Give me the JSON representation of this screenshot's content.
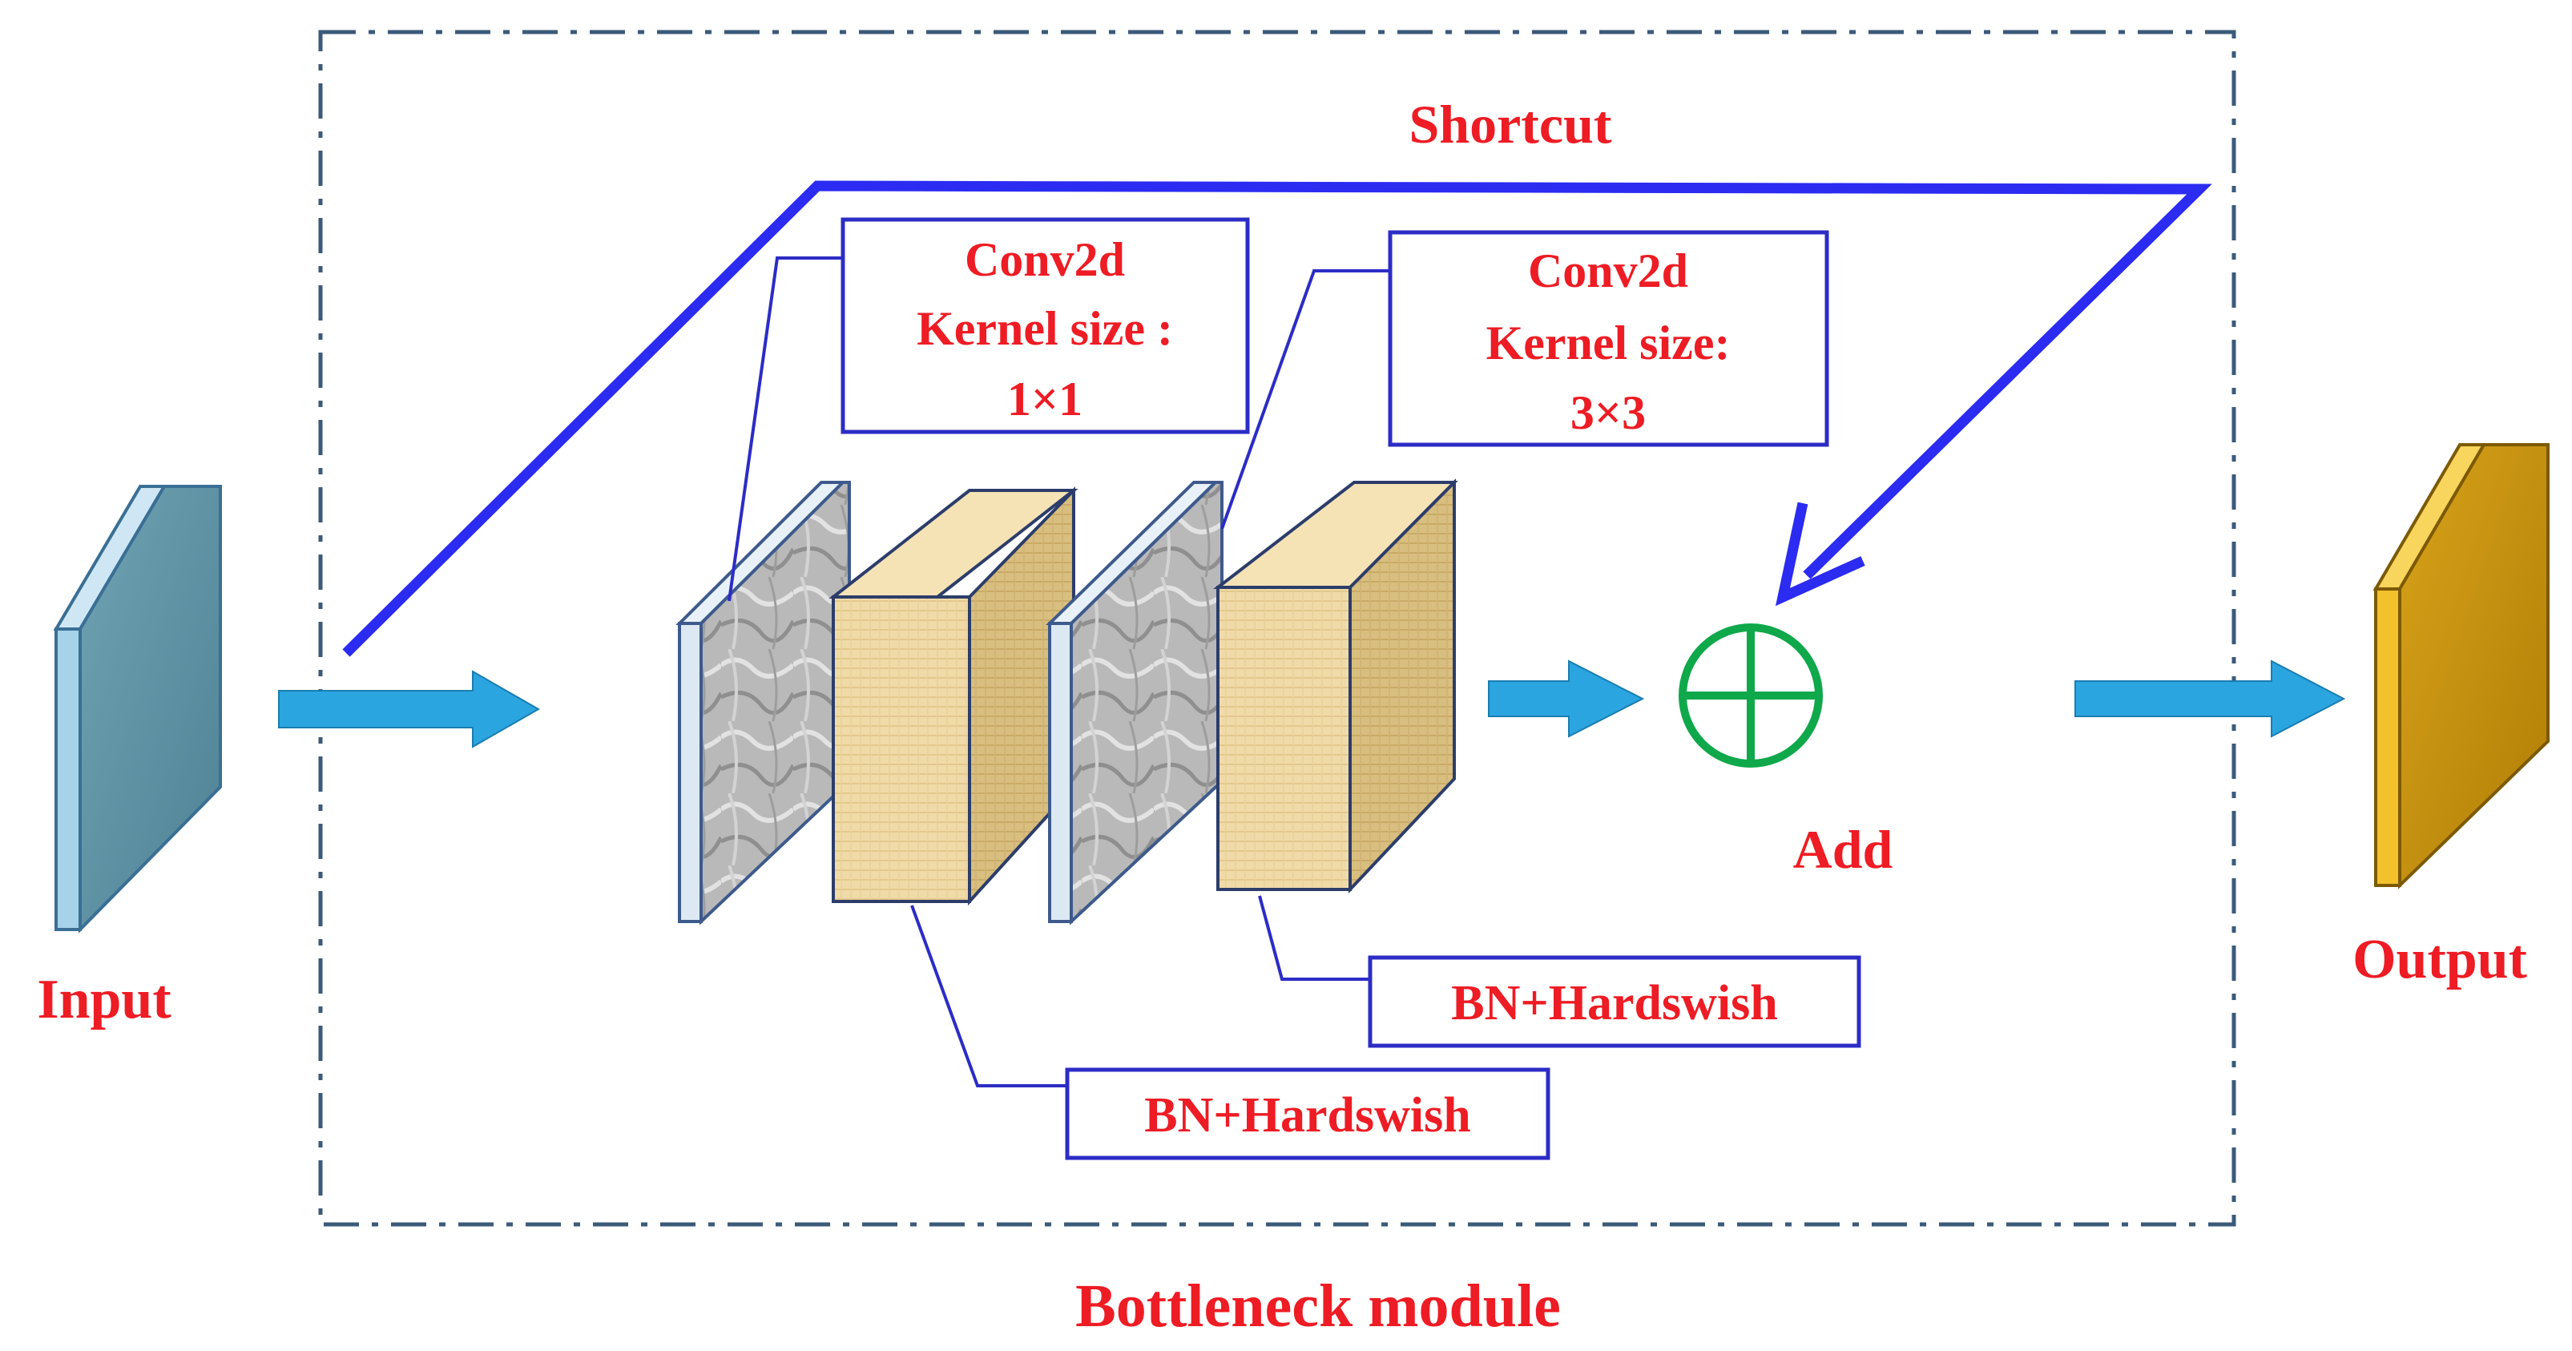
{
  "labels": {
    "input": "Input",
    "output": "Output",
    "shortcut": "Shortcut",
    "add": "Add",
    "module": "Bottleneck module"
  },
  "conv1": {
    "line1": "Conv2d",
    "line2": "Kernel size :",
    "line3": "1×1"
  },
  "conv2": {
    "line1": "Conv2d",
    "line2": "Kernel size:",
    "line3": "3×3"
  },
  "bn1": {
    "text": "BN+Hardswish"
  },
  "bn2": {
    "text": "BN+Hardswish"
  },
  "colors": {
    "label_text": "#ee1c24",
    "shortcut_line": "#2b2bf2",
    "flow_arrow": "#2aa5e0",
    "add_symbol": "#0fa84a",
    "box_border": "#2c2cc6",
    "module_border": "#3b5a7a",
    "input_block": "#5f93a4",
    "output_block": "#c9910b",
    "conv_block": "#b8b8b8",
    "bn_block": "#efd9a4"
  },
  "icons": {
    "add": "circle-plus-icon"
  }
}
